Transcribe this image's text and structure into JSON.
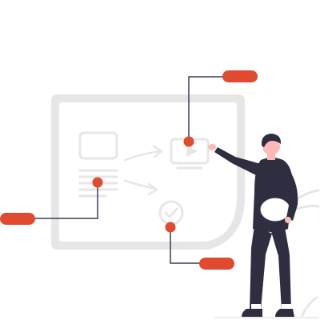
{
  "colors": {
    "accent": "#e04a2f",
    "board": "#e6e6e6",
    "board_inner": "#ffffff",
    "wire": "#3f3d56",
    "figure_dark": "#2f2e41",
    "skin": "#ffb8b8",
    "hair": "#2f2e41",
    "shirt": "#2f2e41",
    "white": "#ffffff"
  },
  "icons": [
    "video-frame-icon",
    "play-icon",
    "placeholder-box-icon",
    "text-lines-icon",
    "checkmark-circle-icon",
    "arrow-right-icon"
  ],
  "callouts": [
    {
      "name": "top-callout-pill"
    },
    {
      "name": "left-callout-pill"
    },
    {
      "name": "bottom-callout-pill"
    }
  ]
}
